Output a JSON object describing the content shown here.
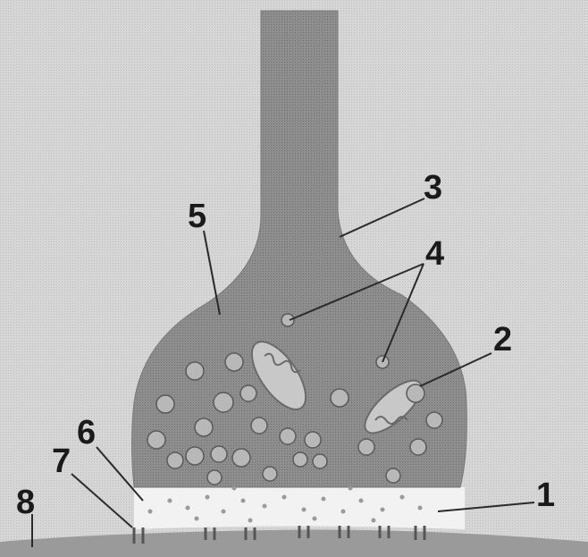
{
  "diagram": {
    "labels": [
      {
        "id": "label-1",
        "text": "1"
      },
      {
        "id": "label-2",
        "text": "2"
      },
      {
        "id": "label-3",
        "text": "3"
      },
      {
        "id": "label-4",
        "text": "4"
      },
      {
        "id": "label-5",
        "text": "5"
      },
      {
        "id": "label-6",
        "text": "6"
      },
      {
        "id": "label-7",
        "text": "7"
      },
      {
        "id": "label-8",
        "text": "8"
      }
    ],
    "colors": {
      "background": "#dcdcdc",
      "terminal": "#8a8a8a",
      "vesicle": "#b8b8b8",
      "cleft": "#f2f2f2",
      "membrane": "#9a9a9a",
      "label": "#1a1a1a"
    }
  }
}
